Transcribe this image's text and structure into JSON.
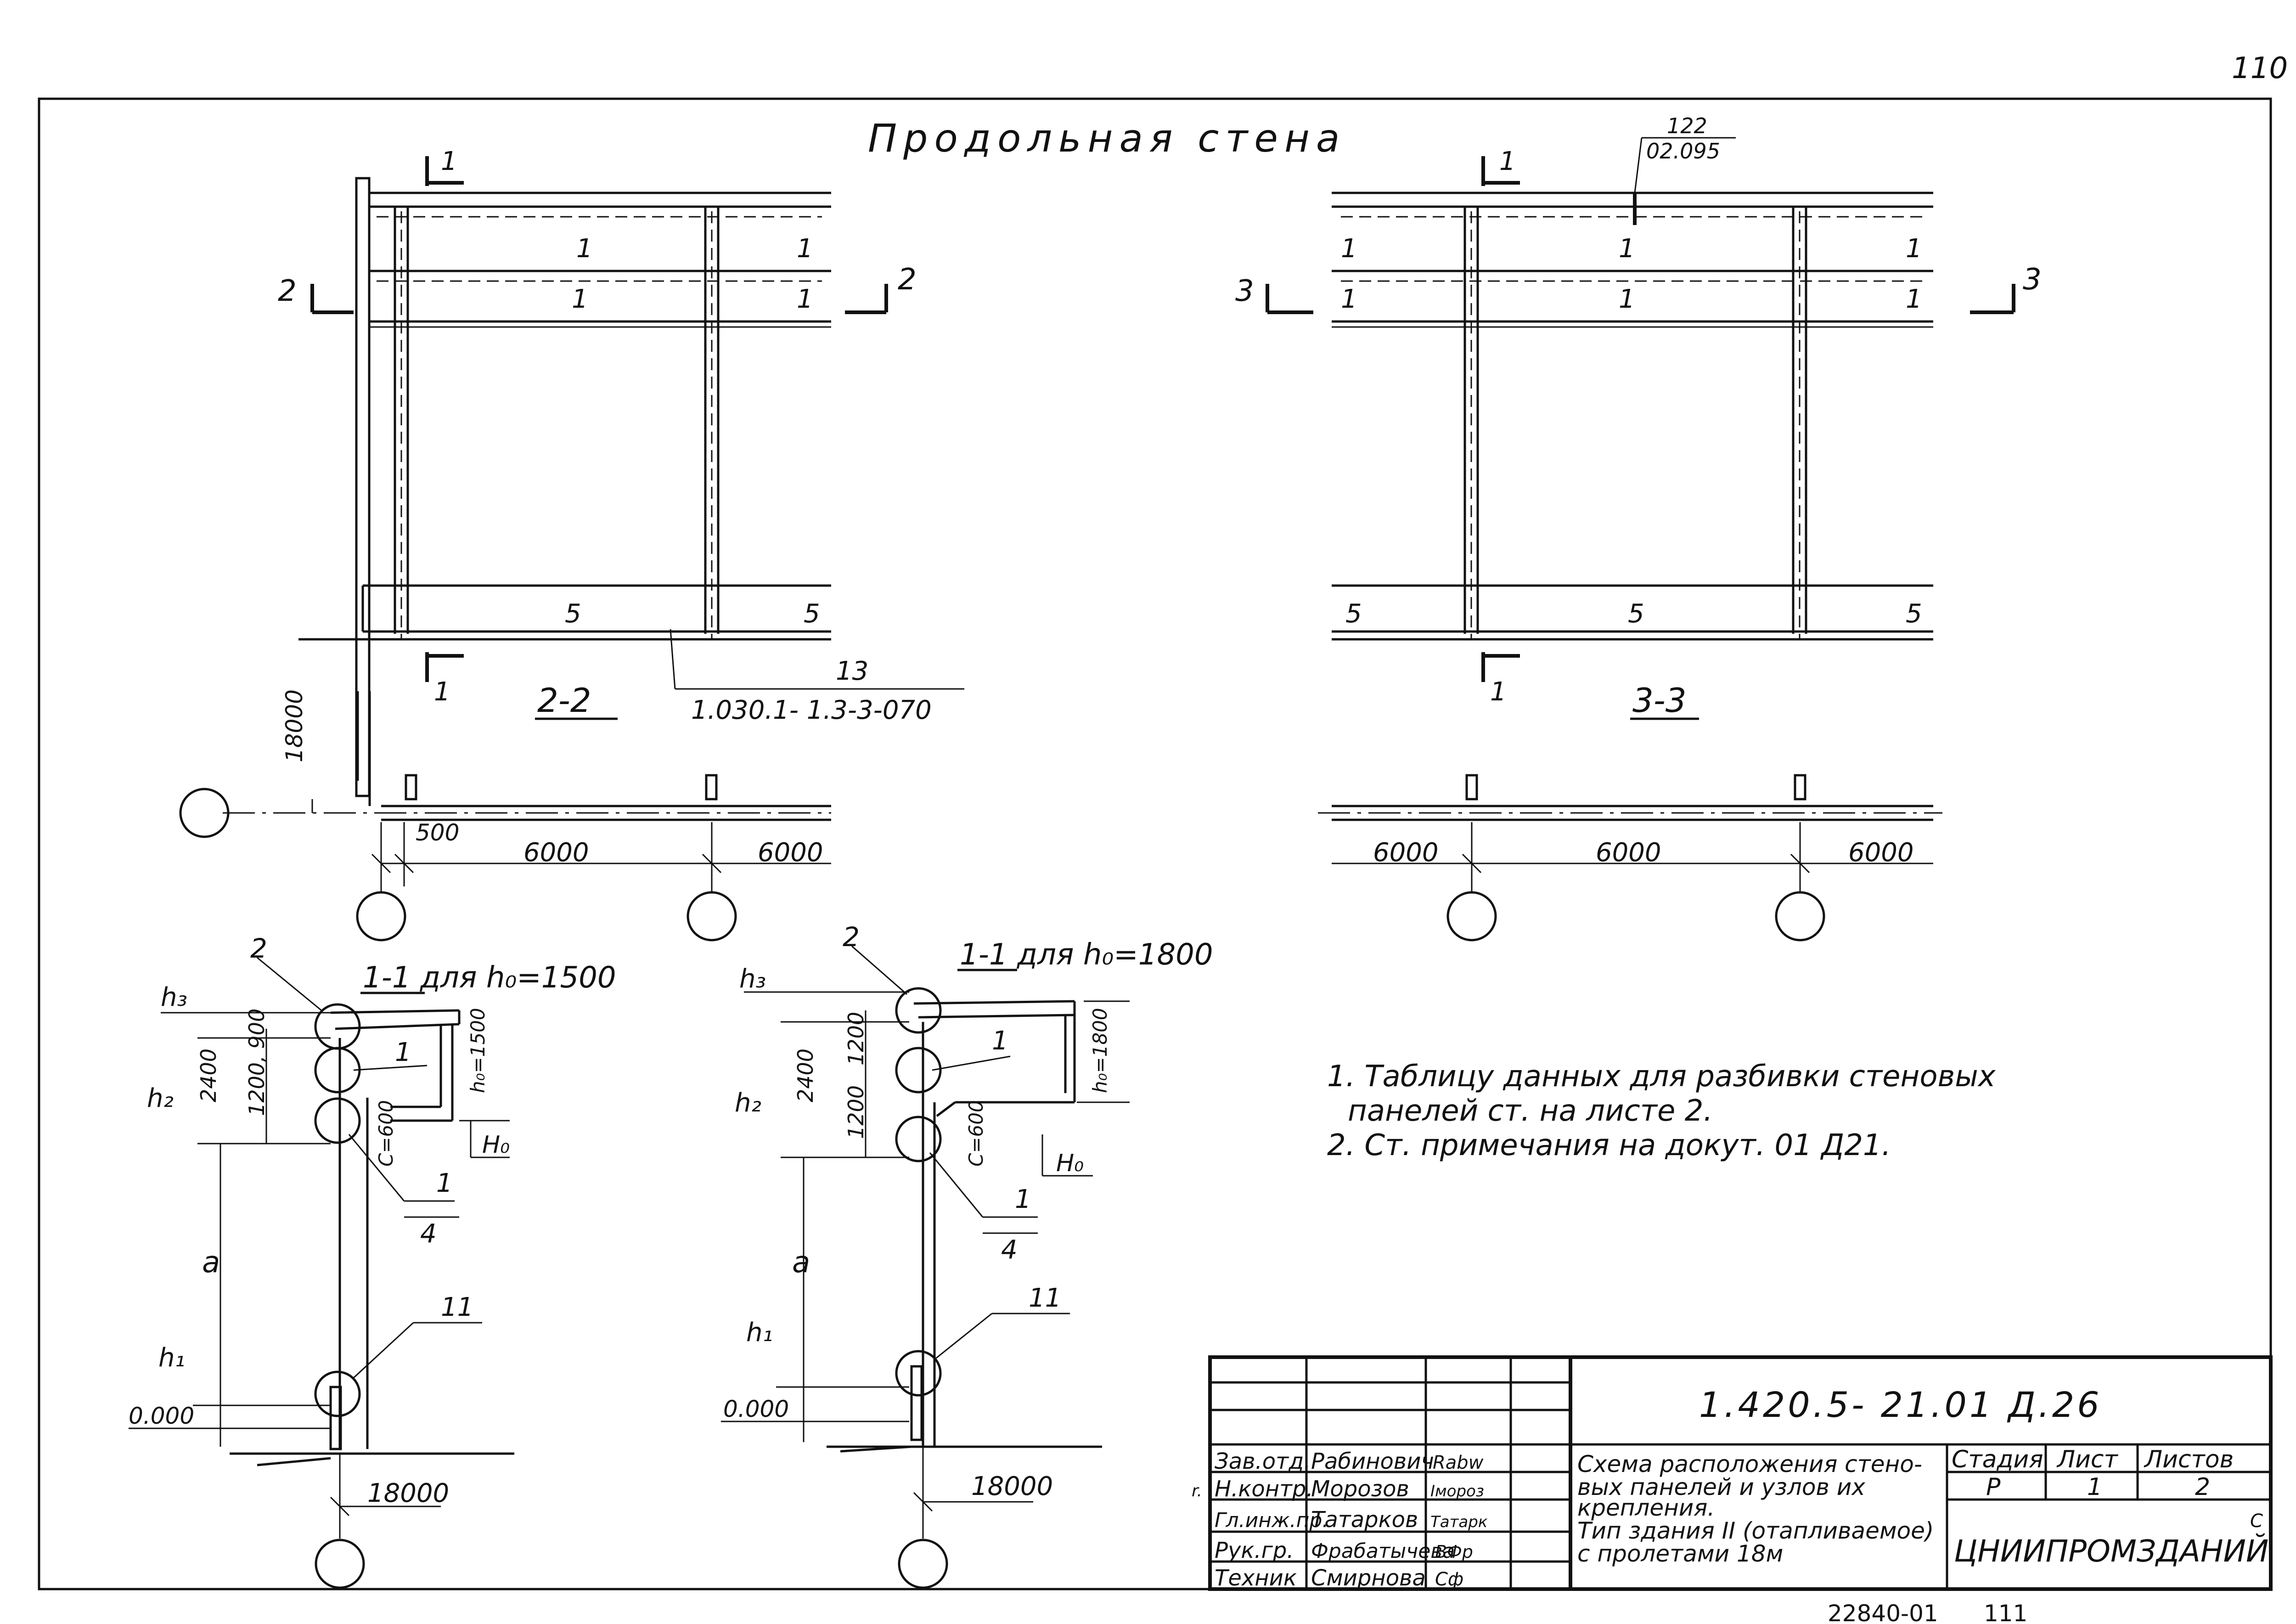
{
  "page_number": "110",
  "view_title": "Продольная стена",
  "views": {
    "left": {
      "section_label": "2-2",
      "cut_1_top": "1",
      "cut_1_bottom": "1",
      "cut_2_left": "2",
      "cut_2_right": "2",
      "panel_marks_top": [
        "1",
        "1",
        "1",
        "1"
      ],
      "panel_marks_bottom": [
        "5",
        "5"
      ],
      "callout_number": "13",
      "callout_ref": "1.030.1- 1.3-3-070",
      "dim_height": "18000",
      "dim_offset": "500",
      "dim_spans": [
        "6000",
        "6000"
      ]
    },
    "right": {
      "section_label": "3-3",
      "cut_1_top": "1",
      "cut_1_bottom": "1",
      "cut_3_left": "3",
      "cut_3_right": "3",
      "panel_marks_top": [
        "1",
        "1",
        "1",
        "1",
        "1",
        "1"
      ],
      "panel_marks_bottom": [
        "5",
        "5",
        "5"
      ],
      "callout_top": "122",
      "callout_bottom": "02.095",
      "dim_spans": [
        "6000",
        "6000",
        "6000"
      ]
    }
  },
  "sections": {
    "s1500": {
      "title": "1-1  для  h₀=1500",
      "h3": "h₃",
      "h2": "h₂",
      "h1": "h₁",
      "a": "a",
      "h0": "H₀",
      "dim_2400": "2400",
      "dim_1200_900": "1200, 900",
      "dim_c": "C=600",
      "dim_h0": "h₀=1500",
      "level_zero": "0.000",
      "dim_span": "18000",
      "node_2": "2",
      "node_1a": "1",
      "node_1b": "1",
      "node_4": "4",
      "node_11": "11"
    },
    "s1800": {
      "title": "1-1  для  h₀=1800",
      "h3": "h₃",
      "h2": "h₂",
      "h1": "h₁",
      "a": "a",
      "h0": "H₀",
      "dim_2400": "2400",
      "dim_1200a": "1200",
      "dim_1200b": "1200",
      "dim_c": "C=600",
      "dim_h0": "h₀=1800",
      "level_zero": "0.000",
      "dim_span": "18000",
      "node_2": "2",
      "node_1a": "1",
      "node_1b": "1",
      "node_4": "4",
      "node_11": "11"
    }
  },
  "notes": [
    "1. Таблицу данных для разбивки стеновых",
    "панелей ст. на листе 2.",
    "2. Ст. примечания на докут. 01 Д21."
  ],
  "title_block": {
    "doc_code": "1.420.5- 21.01  Д.26",
    "description": [
      "Схема расположения стено-",
      "вых панелей и узлов их",
      "крепления.",
      "Тип здания II (отапливаемое)",
      "с пролетами  18м"
    ],
    "stage_header": "Стадия",
    "sheet_header": "Лист",
    "sheets_header": "Листов",
    "stage": "Р",
    "sheet": "1",
    "sheets": "2",
    "organization": "ЦНИИПРОМЗДАНИЙ",
    "org_mark": "С",
    "signatories": [
      {
        "role": "Зав.отд.",
        "name": "Рабинович",
        "sign": "Rabw"
      },
      {
        "role": "Н.контр.",
        "name": "Морозов",
        "sign": "Iмороз"
      },
      {
        "role": "Гл.инж.пр.",
        "name": "Татарков",
        "sign": "Татарк"
      },
      {
        "role": "Рук.гр.",
        "name": "Фрабатычева",
        "sign": "ВФр"
      },
      {
        "role": "Техник",
        "name": "Смирнова",
        "sign": "Сф"
      }
    ],
    "edge_mark": "r."
  },
  "footer": {
    "archive_number": "22840-01",
    "sheet_number": "111"
  }
}
